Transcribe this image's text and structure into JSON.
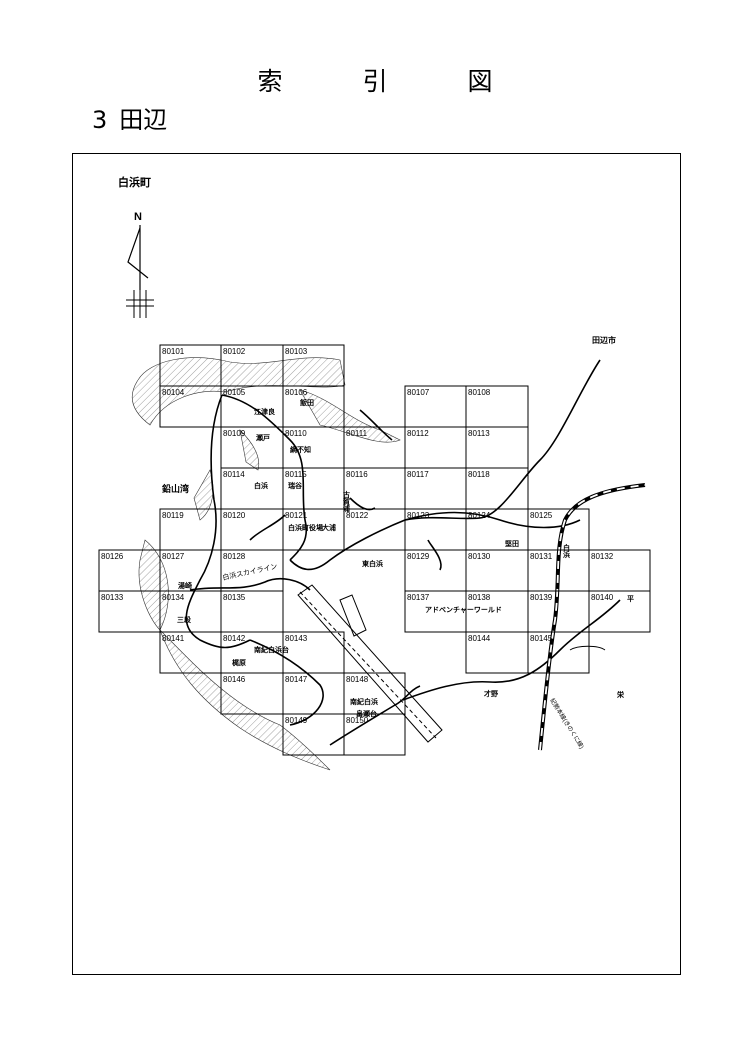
{
  "header": {
    "title": "索引図",
    "section_number": "3",
    "section_name": "田辺"
  },
  "map": {
    "labels": {
      "town": "白浜町",
      "north": "N",
      "tanabe_city": "田辺市",
      "bay": "鉛山湾"
    },
    "tiles": [
      "80101",
      "80102",
      "80103",
      "80104",
      "80105",
      "80106",
      "80107",
      "80108",
      "80109",
      "80110",
      "80111",
      "80112",
      "80113",
      "80114",
      "80115",
      "80116",
      "80117",
      "80118",
      "80119",
      "80120",
      "80121",
      "80122",
      "80123",
      "80124",
      "80125",
      "80126",
      "80127",
      "80128",
      "80129",
      "80130",
      "80131",
      "80132",
      "80133",
      "80134",
      "80135",
      "80137",
      "80138",
      "80139",
      "80140",
      "80141",
      "80142",
      "80143",
      "80144",
      "80145",
      "80146",
      "80147",
      "80148",
      "80149",
      "80150"
    ],
    "places": [
      "江津良",
      "飯田",
      "瀬戸",
      "綱不知",
      "白浜",
      "堅田",
      "古賀浦",
      "瑞谷",
      "白浜町役場",
      "大浦",
      "東白浜",
      "湯崎",
      "三段",
      "白浜スカイライン",
      "平",
      "アドベンチャーワールド",
      "南紀白浜台",
      "梶原",
      "才野",
      "栄",
      "南紀白浜",
      "畠瀬台",
      "白浜",
      "紀勢本線(きのくに線)"
    ]
  }
}
